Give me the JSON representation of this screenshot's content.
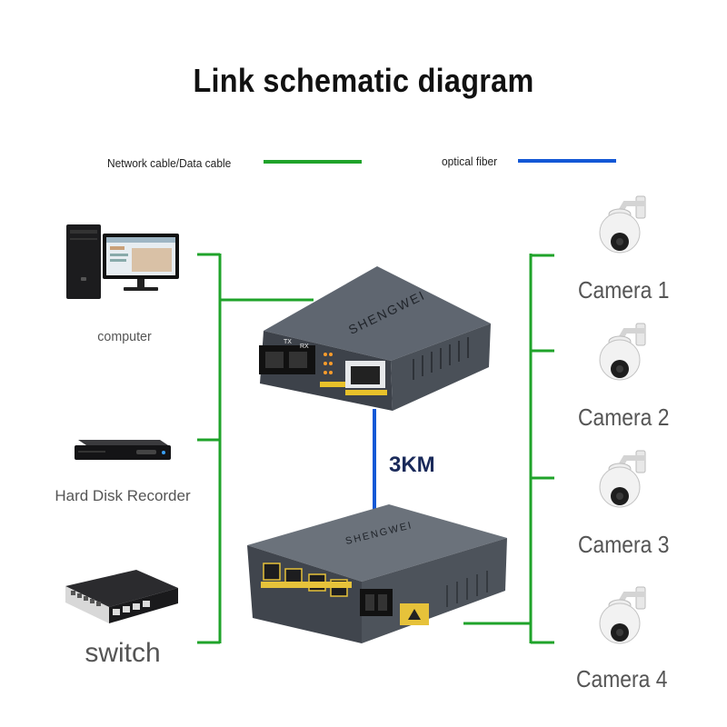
{
  "title": "Link schematic diagram",
  "legend": {
    "network_cable": {
      "label": "Network cable/Data cable",
      "color": "#1fa32a"
    },
    "optical_fiber": {
      "label": "optical fiber",
      "color": "#1358d6"
    }
  },
  "left_devices": {
    "computer": "computer",
    "hard_disk_recorder": "Hard Disk Recorder",
    "switch": "switch"
  },
  "media_converter": {
    "brand": "SHENGWEI",
    "ports": [
      "TX",
      "RX"
    ]
  },
  "fiber_link": {
    "distance": "3KM"
  },
  "poe_switch": {
    "brand": "SHENGWEI"
  },
  "cameras": [
    "Camera 1",
    "Camera 2",
    "Camera 3",
    "Camera 4"
  ]
}
